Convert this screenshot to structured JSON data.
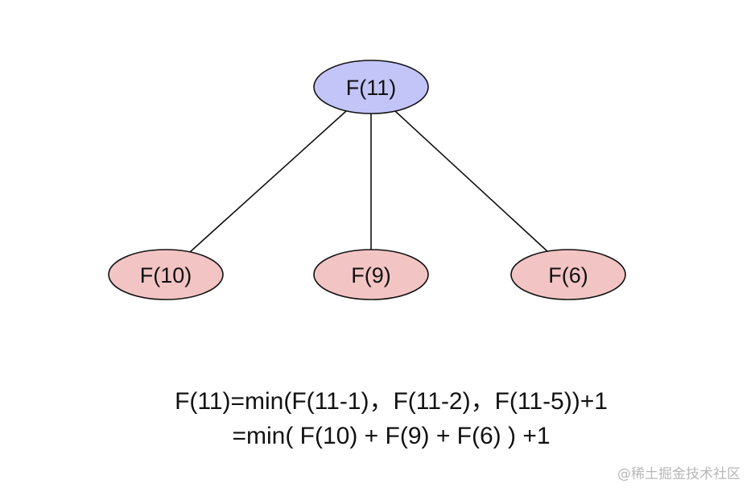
{
  "colors": {
    "root_fill": "#c3c4f8",
    "child_fill": "#f3c4c4",
    "node_stroke": "#111111",
    "edge_stroke": "#111111",
    "text": "#111111",
    "watermark": "#b8b8b8"
  },
  "tree": {
    "root": {
      "label": "F(11)"
    },
    "children": [
      {
        "label": "F(10)"
      },
      {
        "label": "F(9)"
      },
      {
        "label": "F(6)"
      }
    ]
  },
  "formula": {
    "line1": "F(11)=min(F(11-1)，F(11-2)，F(11-5))+1",
    "line2": "=min( F(10) + F(9) + F(6) ) +1"
  },
  "watermark": "@稀土掘金技术社区"
}
